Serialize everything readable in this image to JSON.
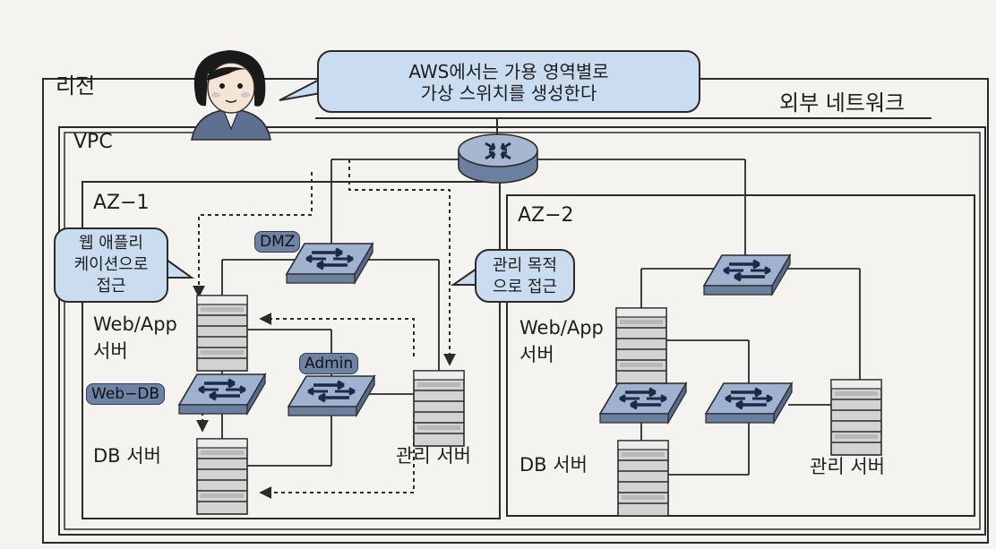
{
  "labels": {
    "region": "리전",
    "vpc": "VPC",
    "external_network": "외부 네트워크",
    "az1": "AZ−1",
    "az2": "AZ−2",
    "az1_webapp_line1": "Web/App",
    "az1_webapp_line2": "서버",
    "az2_webapp_line1": "Web/App",
    "az2_webapp_line2": "서버",
    "az1_db": "DB 서버",
    "az2_db": "DB 서버",
    "az1_mgmt": "관리 서버",
    "az2_mgmt": "관리 서버"
  },
  "tags": {
    "dmz": "DMZ",
    "admin": "Admin",
    "web_db": "Web−DB"
  },
  "bubbles": {
    "speech_line1": "AWS에서는 가용 영역별로",
    "speech_line2": "가상 스위치를 생성한다",
    "webapp_access_line1": "웹 애플리",
    "webapp_access_line2": "케이션으로",
    "webapp_access_line3": "접근",
    "admin_access_line1": "관리 목적",
    "admin_access_line2": "으로 접근"
  },
  "colors": {
    "background": "#f4f3ef",
    "switch_top": "#9fb2cf",
    "switch_side": "#6b7f9f",
    "server_body": "#cfcfcf",
    "tag_fill": "#6e82a6",
    "bubble_fill": "#c9dcf0",
    "line": "#2a2a2a"
  },
  "icons": {
    "router": "router-icon",
    "switch": "switch-icon",
    "server": "server-icon",
    "person": "person-avatar"
  }
}
